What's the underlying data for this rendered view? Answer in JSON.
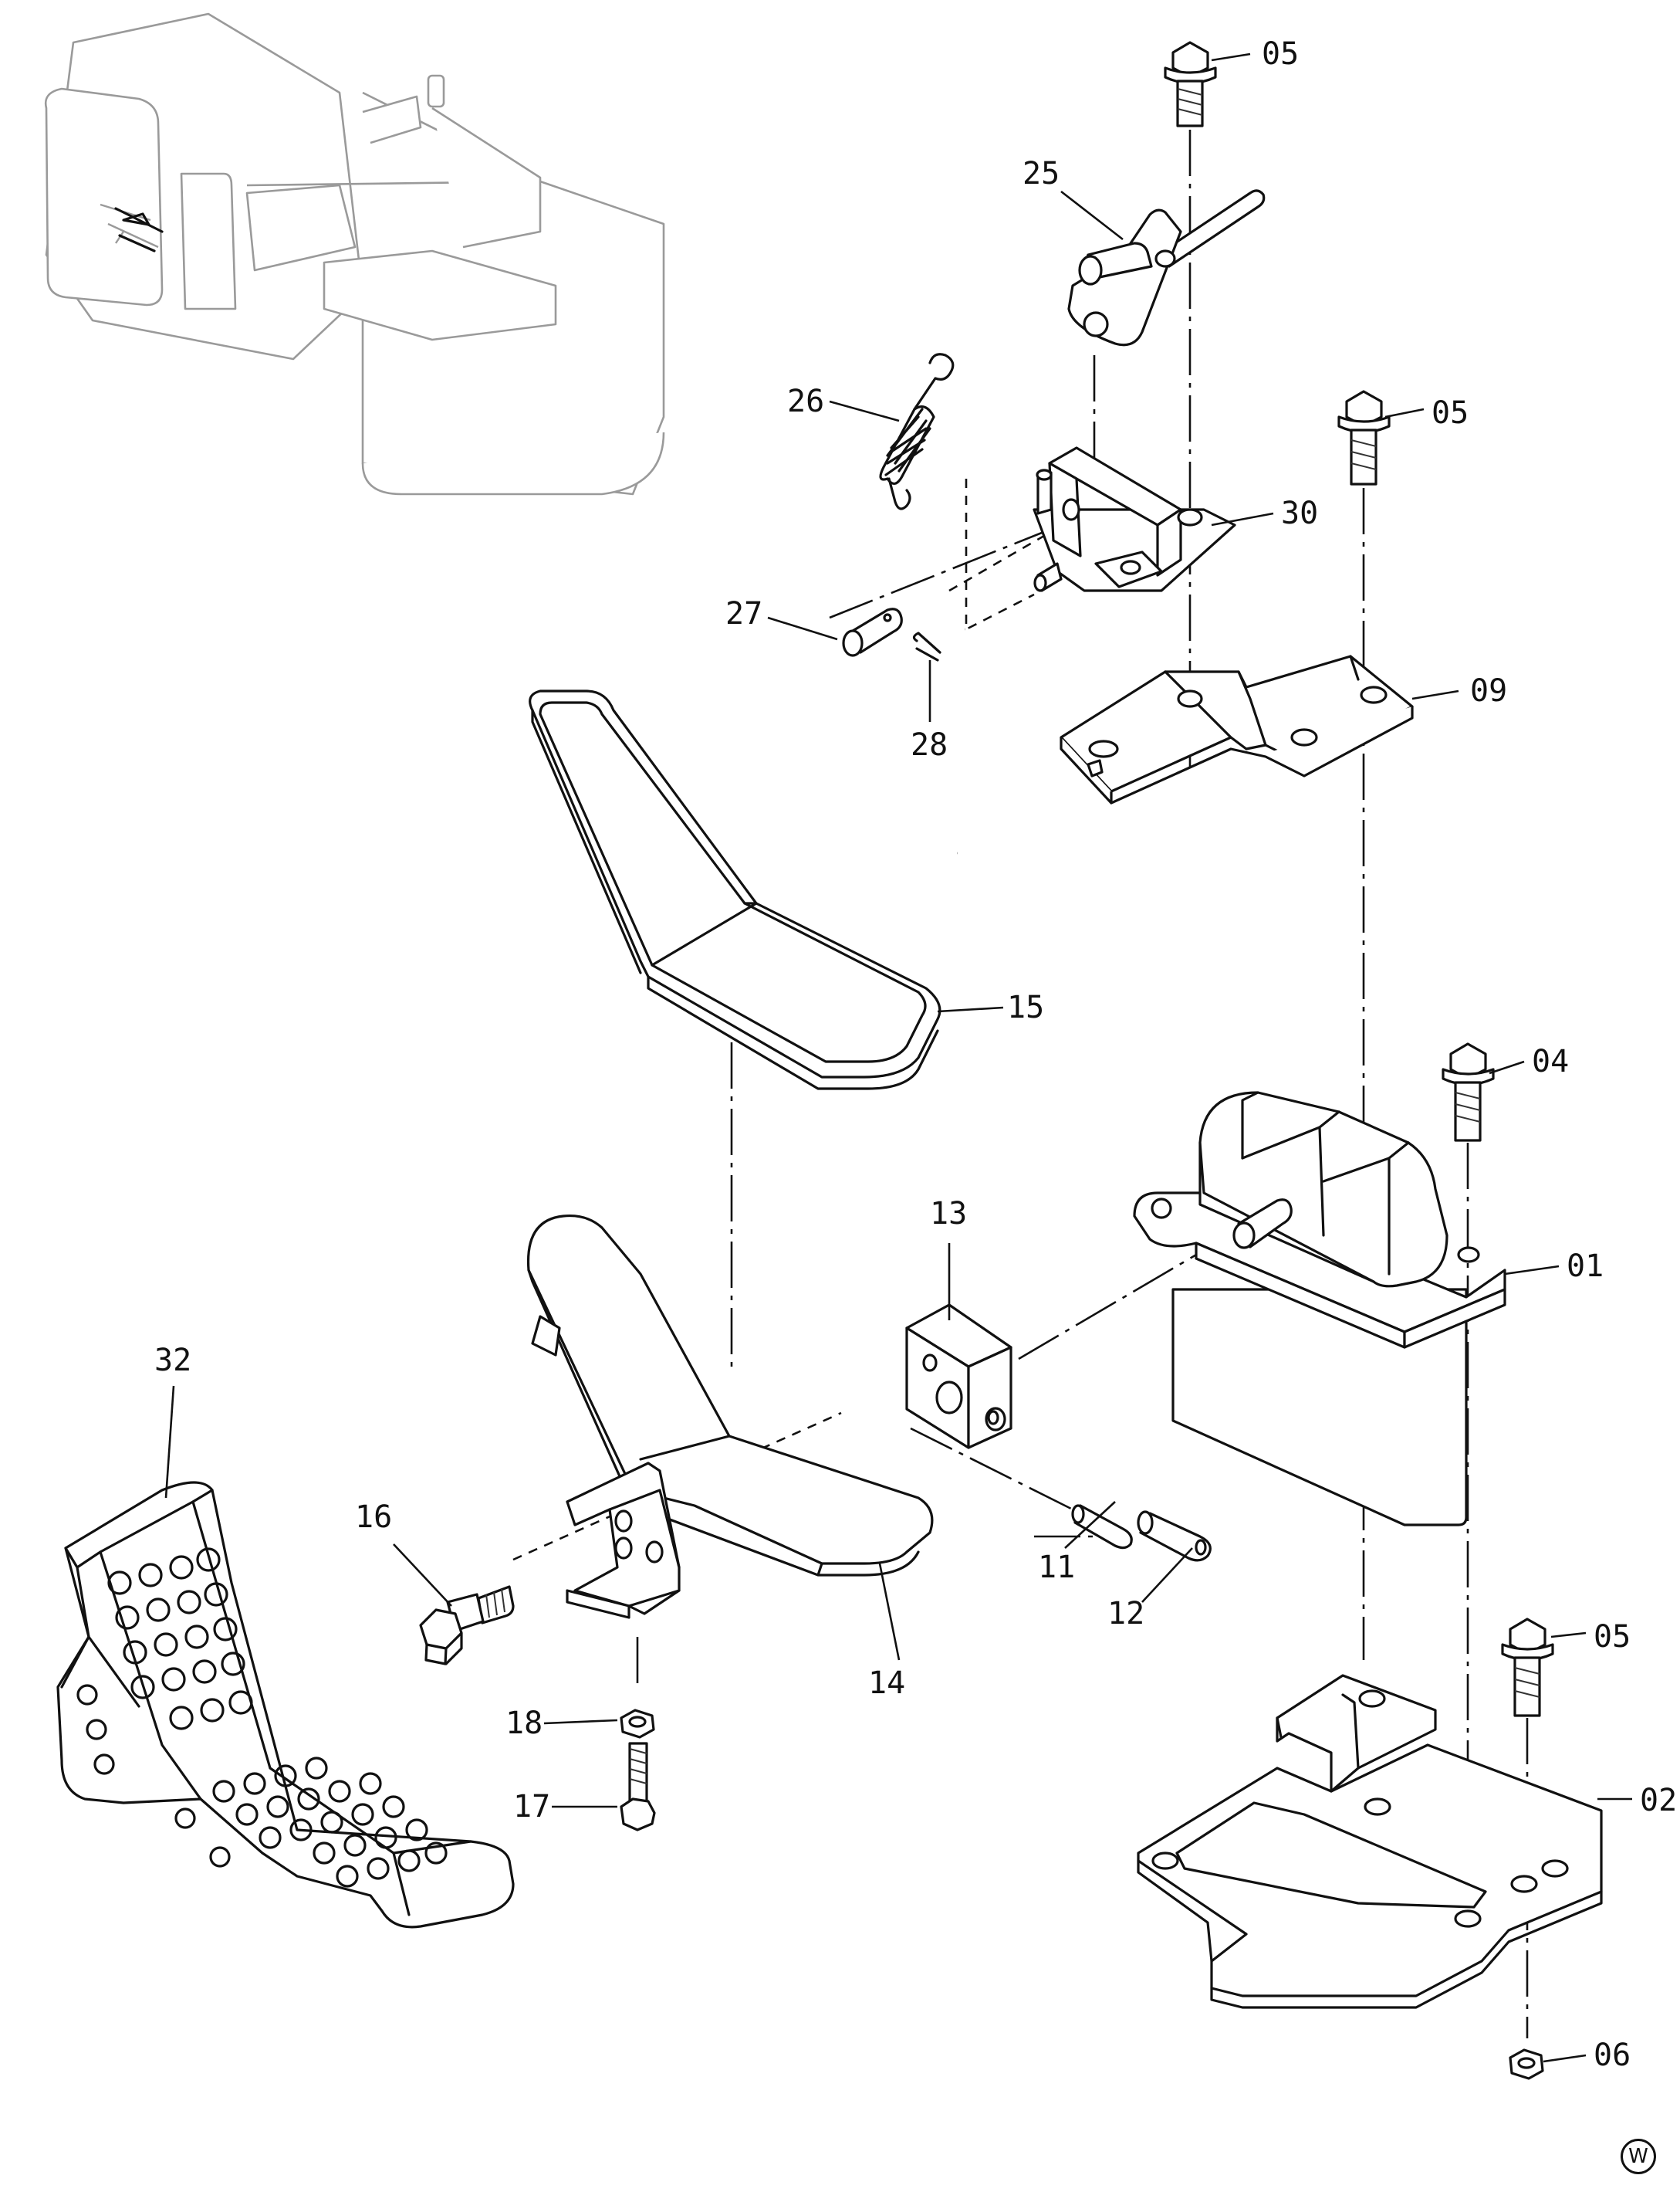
{
  "callouts": {
    "p05_top": "05",
    "p25": "25",
    "p26": "26",
    "p30": "30",
    "p05_mid": "05",
    "p27": "27",
    "p28": "28",
    "p09": "09",
    "p15": "15",
    "p04": "04",
    "p13": "13",
    "p01": "01",
    "p32": "32",
    "p16": "16",
    "p11": "11",
    "p12": "12",
    "p14": "14",
    "p05_low": "05",
    "p18": "18",
    "p02": "02",
    "p17": "17",
    "p06": "06"
  },
  "corner_mark": "W"
}
